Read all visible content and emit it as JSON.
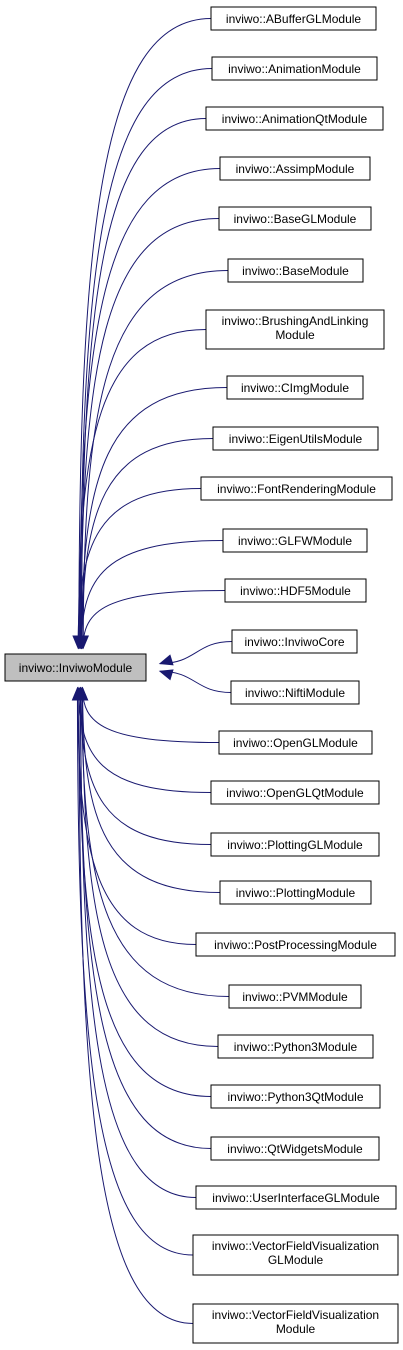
{
  "diagram": {
    "root": {
      "label": "inviwo::InviwoModule"
    },
    "colors": {
      "edge": "#191970",
      "root_fill": "#bfbfbf",
      "node_fill": "#ffffff",
      "border": "#000000"
    },
    "children": [
      {
        "lines": [
          "inviwo::ABufferGLModule"
        ]
      },
      {
        "lines": [
          "inviwo::AnimationModule"
        ]
      },
      {
        "lines": [
          "inviwo::AnimationQtModule"
        ]
      },
      {
        "lines": [
          "inviwo::AssimpModule"
        ]
      },
      {
        "lines": [
          "inviwo::BaseGLModule"
        ]
      },
      {
        "lines": [
          "inviwo::BaseModule"
        ]
      },
      {
        "lines": [
          "inviwo::BrushingAndLinking",
          "Module"
        ]
      },
      {
        "lines": [
          "inviwo::CImgModule"
        ]
      },
      {
        "lines": [
          "inviwo::EigenUtilsModule"
        ]
      },
      {
        "lines": [
          "inviwo::FontRenderingModule"
        ]
      },
      {
        "lines": [
          "inviwo::GLFWModule"
        ]
      },
      {
        "lines": [
          "inviwo::HDF5Module"
        ]
      },
      {
        "lines": [
          "inviwo::InviwoCore"
        ]
      },
      {
        "lines": [
          "inviwo::NiftiModule"
        ]
      },
      {
        "lines": [
          "inviwo::OpenGLModule"
        ]
      },
      {
        "lines": [
          "inviwo::OpenGLQtModule"
        ]
      },
      {
        "lines": [
          "inviwo::PlottingGLModule"
        ]
      },
      {
        "lines": [
          "inviwo::PlottingModule"
        ]
      },
      {
        "lines": [
          "inviwo::PostProcessingModule"
        ]
      },
      {
        "lines": [
          "inviwo::PVMModule"
        ]
      },
      {
        "lines": [
          "inviwo::Python3Module"
        ]
      },
      {
        "lines": [
          "inviwo::Python3QtModule"
        ]
      },
      {
        "lines": [
          "inviwo::QtWidgetsModule"
        ]
      },
      {
        "lines": [
          "inviwo::UserInterfaceGLModule"
        ]
      },
      {
        "lines": [
          "inviwo::VectorFieldVisualization",
          "GLModule"
        ]
      },
      {
        "lines": [
          "inviwo::VectorFieldVisualization",
          "Module"
        ]
      }
    ]
  }
}
